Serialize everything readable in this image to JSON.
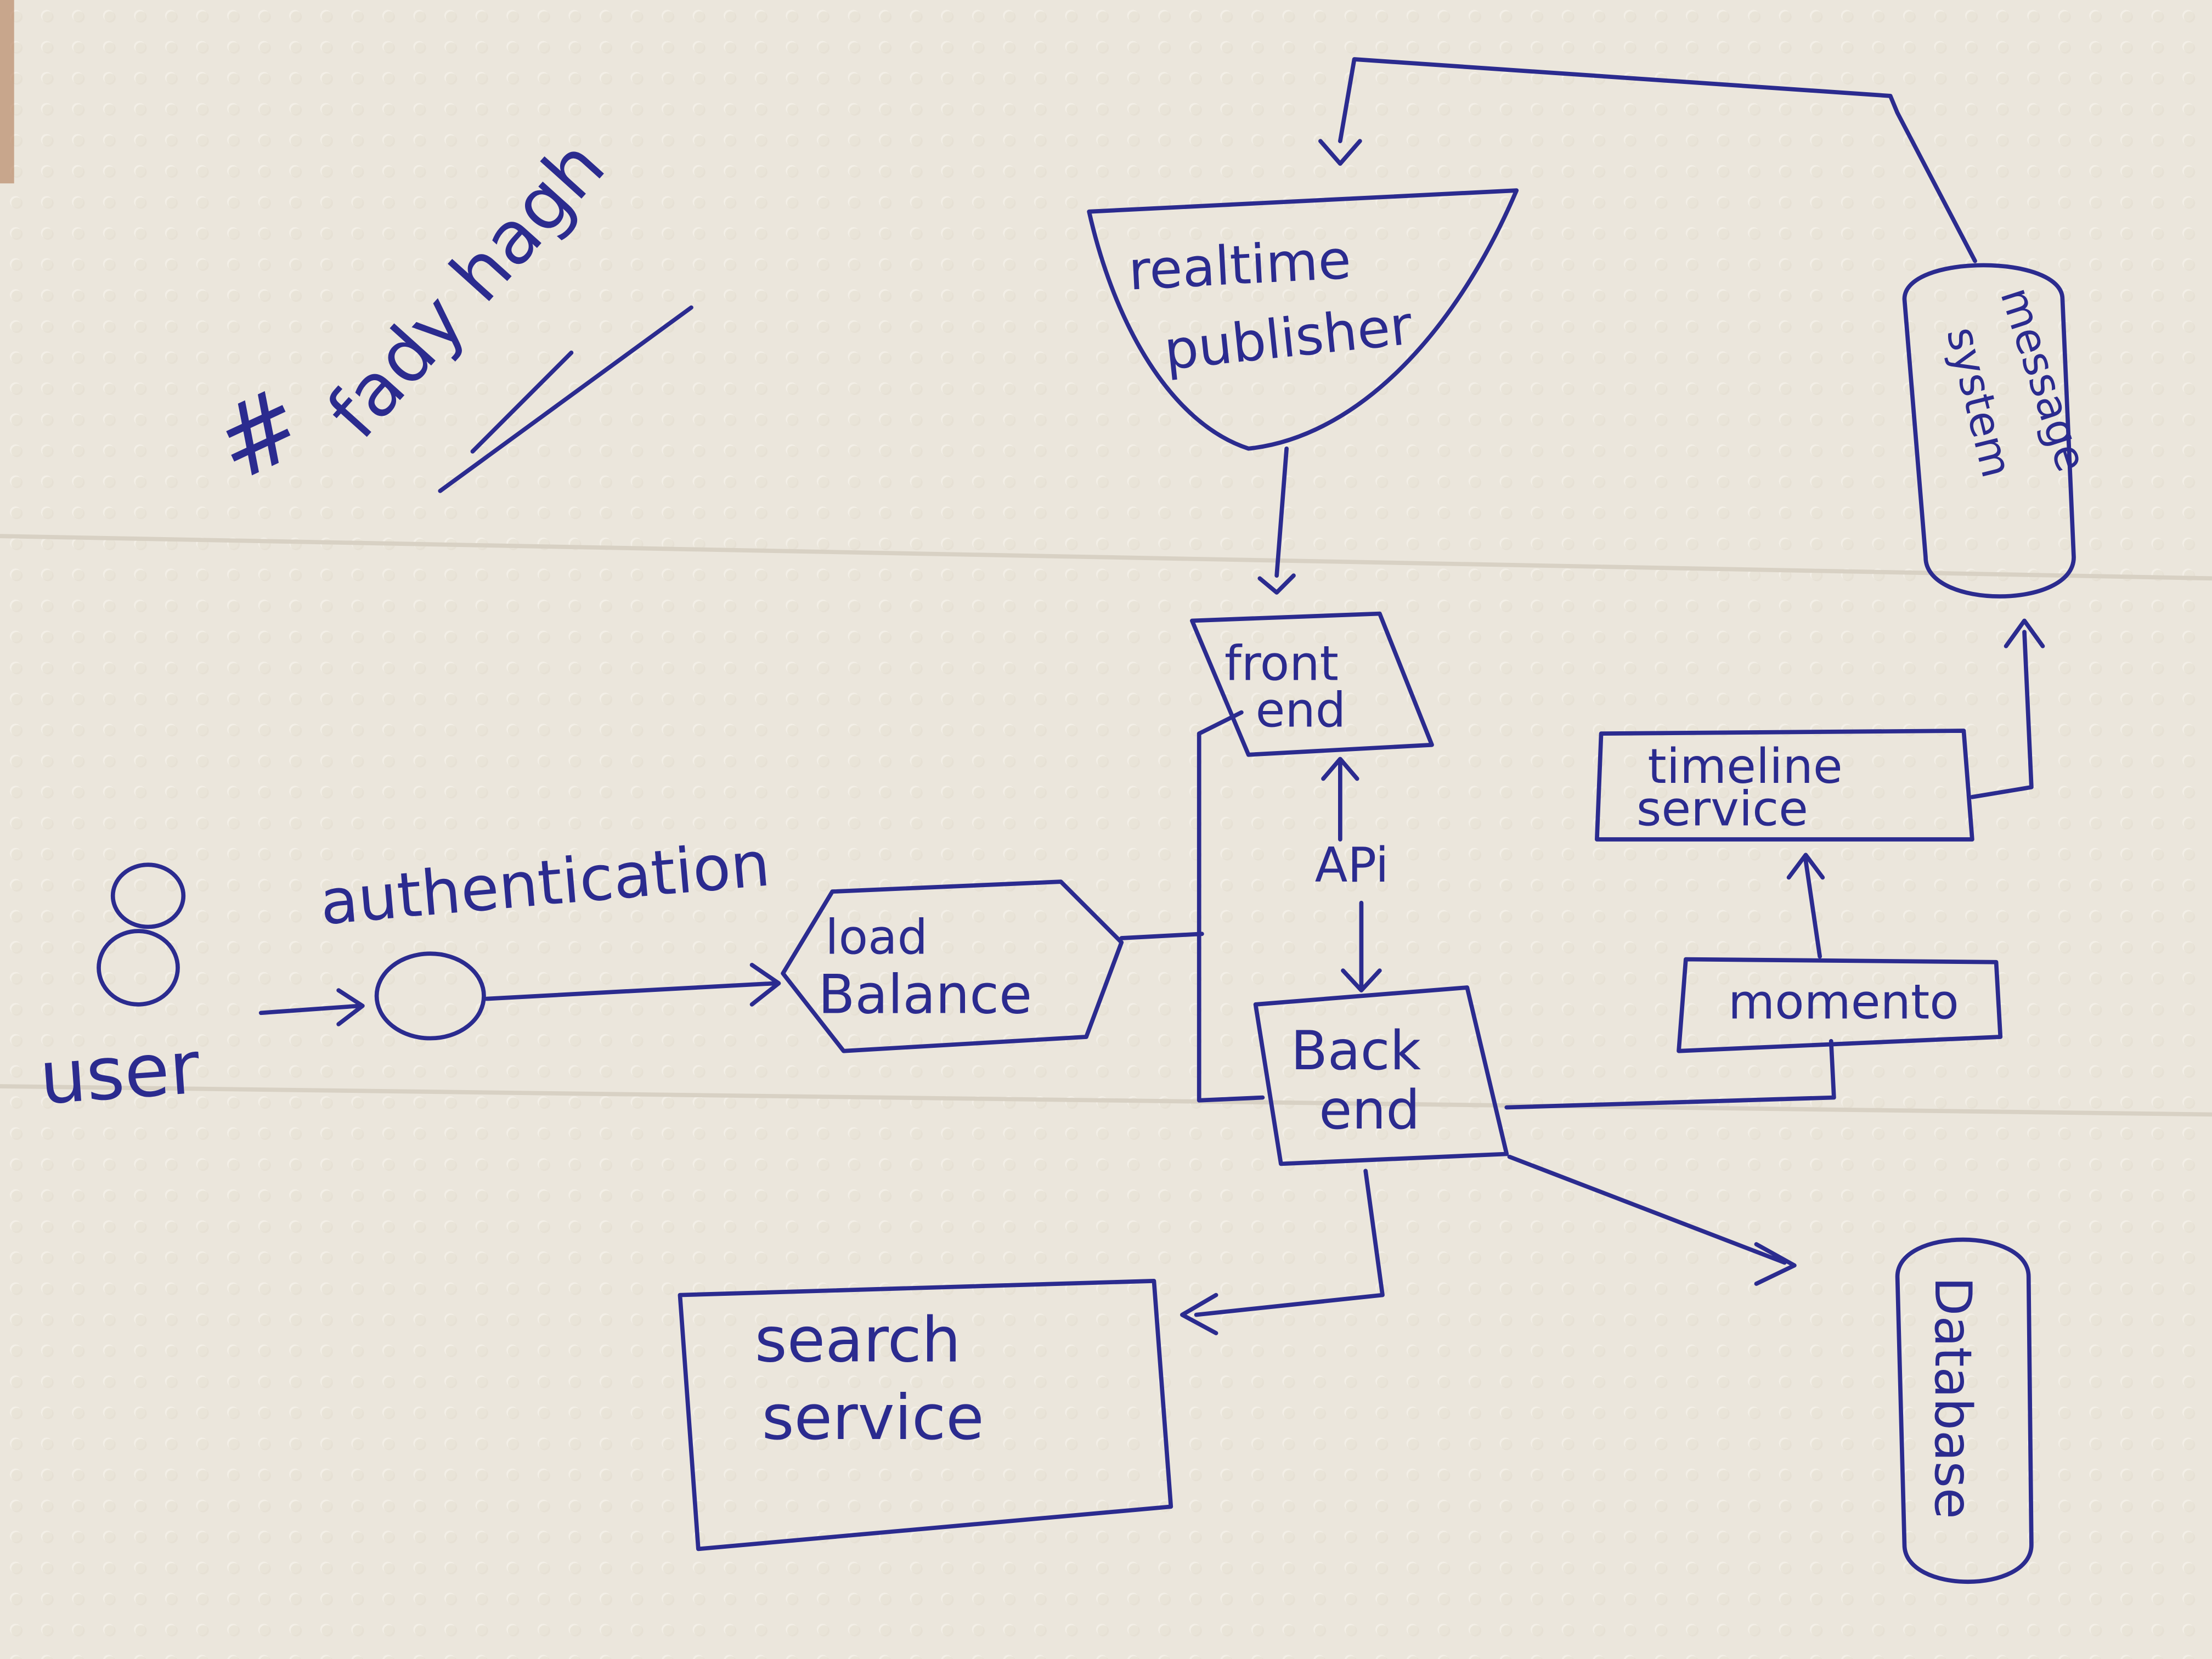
{
  "colors": {
    "ink": "#2b2b8f",
    "paper": "#ece7dd",
    "paper_shadow": "#d9d2c6"
  },
  "signature": {
    "hash": "#",
    "name": "fady hagh"
  },
  "labels": {
    "user": "user",
    "authentication": "authentication",
    "load_balance_line1": "load",
    "load_balance_line2": "Balance",
    "realtime_publisher_line1": "realtime",
    "realtime_publisher_line2": "publisher",
    "front_end_line1": "front",
    "front_end_line2": "end",
    "api": "APi",
    "back_end_line1": "Back",
    "back_end_line2": "end",
    "search_service_line1": "search",
    "search_service_line2": "service",
    "timeline_service_line1": "timeline",
    "timeline_service_line2": "service",
    "momento": "momento",
    "message_system_line1": "message",
    "message_system_line2": "system",
    "database": "Database"
  },
  "icons": [
    "user-icon",
    "authentication-icon"
  ]
}
